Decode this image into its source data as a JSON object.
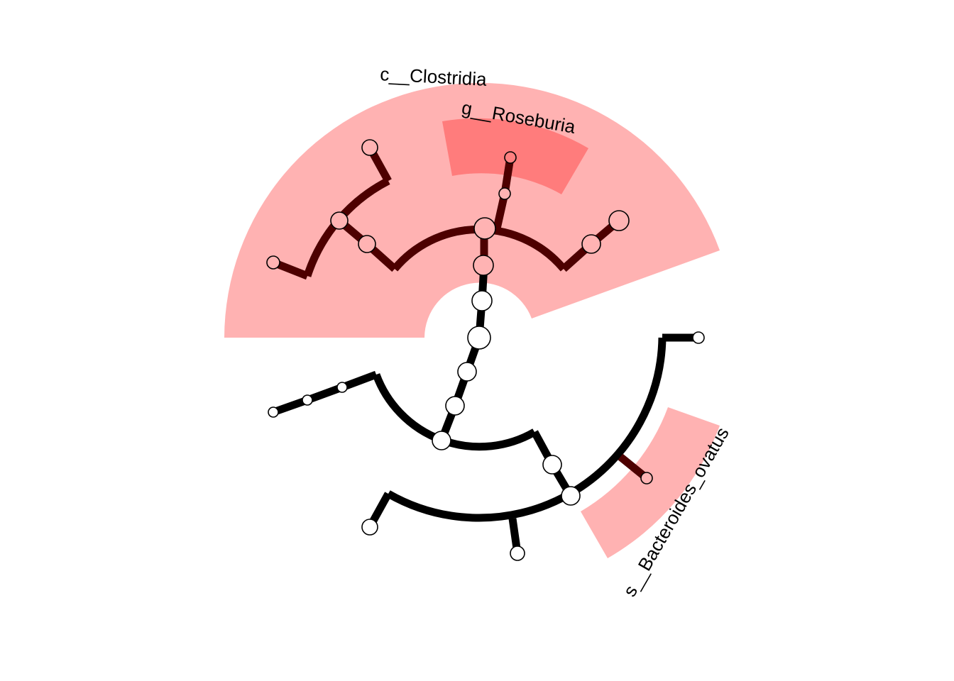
{
  "diagram": {
    "type": "circular-cladogram",
    "colors": {
      "highlight": "#ff0000",
      "highlight_opacity_outer": 0.3,
      "highlight_opacity_inner": 0.3,
      "branch": "#000000",
      "node_fill": "#ffffff"
    },
    "clades": [
      {
        "id": "clostridia",
        "label": "c__Clostridia"
      },
      {
        "id": "roseburia",
        "label": "g__Roseburia"
      },
      {
        "id": "bacteroides_ovatus",
        "label": "s__Bacteroides_ovatus"
      }
    ]
  }
}
